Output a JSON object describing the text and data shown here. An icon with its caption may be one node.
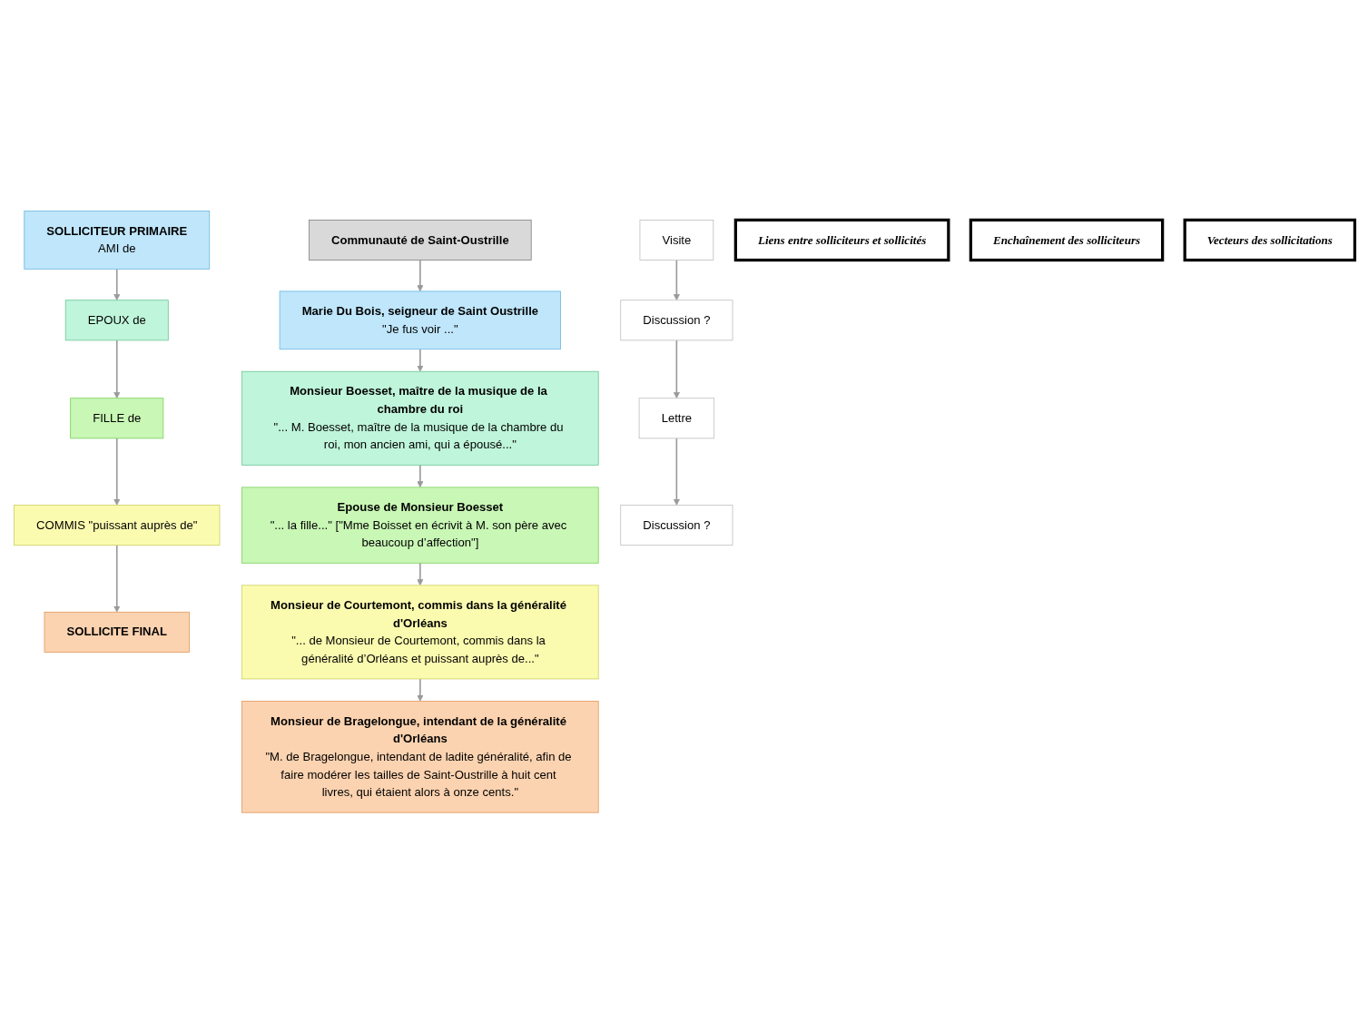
{
  "diagram": {
    "nodes": [
      {
        "text": [
          "Communauté de Saint-Oustrille"
        ]
      },
      {
        "text": [
          "SOLLICITEUR PRIMAIRE",
          "AMI de"
        ]
      },
      {
        "text": [
          "EPOUX de"
        ]
      },
      {
        "text": [
          "FILLE de"
        ]
      },
      {
        "text": [
          "COMMIS \"puissant auprès de\""
        ]
      },
      {
        "text": [
          "SOLLICITE FINAL"
        ]
      },
      {
        "text": [
          "Marie Du Bois, seigneur de Saint Oustrille",
          "\"Je fus voir ...\""
        ]
      },
      {
        "text": [
          "Monsieur Boesset, maître de la musique de la chambre du roi",
          "\"... M. Boesset, maître de la musique de la chambre du roi, mon ancien ami, qui a épousé...\""
        ]
      },
      {
        "text": [
          "Epouse de Monsieur Boesset",
          "\"... la fille...\" [\"Mme Boisset en écrivit à M. son père avec beaucoup d’affection\"]"
        ]
      },
      {
        "text": [
          "Monsieur de Courtemont, commis dans la généralité d'Orléans",
          "\"... de Monsieur de Courtemont, commis dans la généralité d’Orléans et puissant auprès de...\""
        ]
      },
      {
        "text": [
          "Monsieur de Bragelongue, intendant de la généralité d'Orléans",
          "\"M. de Bragelongue, intendant de ladite généralité, afin de faire modérer les tailles de Saint-Oustrille à huit cent livres, qui étaient alors à onze cents.\""
        ]
      },
      {
        "text": [
          "Visite"
        ]
      },
      {
        "text": [
          "Discussion ?"
        ]
      },
      {
        "text": [
          "Lettre"
        ]
      },
      {
        "text": [
          "Discussion ?"
        ]
      },
      {
        "text": [
          "Liens entre solliciteurs et sollicités"
        ]
      },
      {
        "text": [
          "Enchaînement des solliciteurs"
        ]
      },
      {
        "text": [
          "Vecteurs des sollicitations"
        ]
      }
    ],
    "edges": [
      {
        "from": 1,
        "to": 2,
        "arrow": "to"
      },
      {
        "from": 2,
        "to": 3,
        "arrow": "to"
      },
      {
        "from": 3,
        "to": 4,
        "arrow": "to"
      },
      {
        "from": 4,
        "to": 5,
        "arrow": "to"
      },
      {
        "from": 0,
        "to": 6,
        "arrow": "to"
      },
      {
        "from": 6,
        "to": 7,
        "arrow": "to"
      },
      {
        "from": 7,
        "to": 8,
        "arrow": "to"
      },
      {
        "from": 8,
        "to": 9,
        "arrow": "to"
      },
      {
        "from": 9,
        "to": 10,
        "arrow": "to"
      },
      {
        "from": 11,
        "to": 12,
        "arrow": "to"
      },
      {
        "from": 12,
        "to": 13,
        "arrow": "to"
      },
      {
        "from": 13,
        "to": 14,
        "arrow": "to"
      }
    ]
  }
}
